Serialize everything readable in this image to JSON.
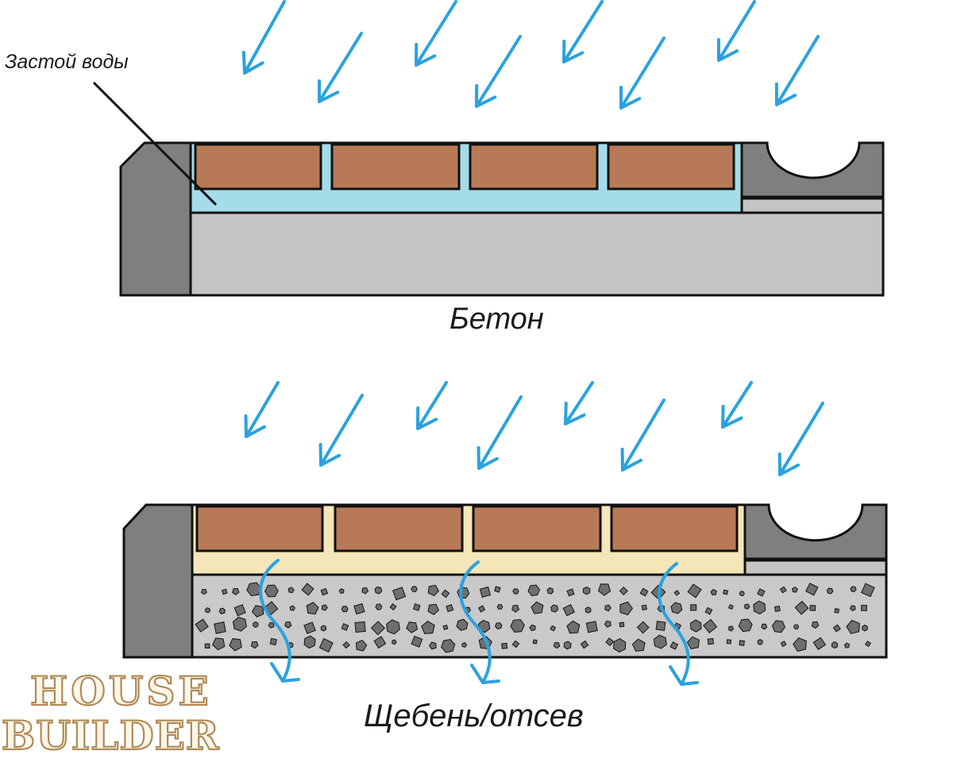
{
  "labels": {
    "stagnant_water": "Застой воды",
    "concrete_base": "Бетон",
    "gravel_base": "Щебень/отсев"
  },
  "logo": {
    "line1": "HOUSE",
    "line2": "BUILDER",
    "fill_color": "#fdf6e8",
    "stroke_color": "#b08a56"
  },
  "colors": {
    "outline": "#111111",
    "curb": "#7f7f7f",
    "brick": "#b87a56",
    "water_layer": "#a4dcea",
    "sand_layer": "#f4e6b9",
    "concrete": "#c4c4c4",
    "gravel_bg": "#c9c9c9",
    "stone": "#6f6f6f",
    "rain": "#2aa2e0",
    "drain_tray": "#7f7f7f",
    "drain_base": "#c4c4c4"
  },
  "icons": {
    "rain": "rain-arrow-icon",
    "seepage": "seepage-arrow-icon"
  }
}
